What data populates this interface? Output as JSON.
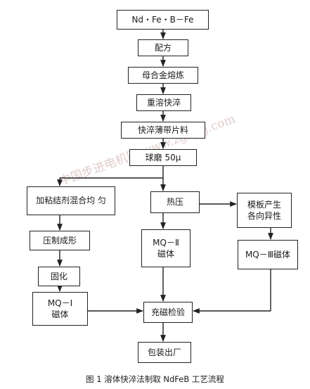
{
  "nodes": {
    "ndfeb": "Nd・Fe・B－Fe",
    "peifang": "配方",
    "muhejin": "母合金熔炼",
    "chongrong": "重溶快淬",
    "bopian": "快淬薄带片料",
    "qiumo": "球磨 50μ",
    "jianian": "加粘结剂混合均 匀",
    "reya": "热压",
    "muban": "模板产生\n各向异性",
    "yazhi": "压制成形",
    "mq2": "MQ－Ⅱ\n磁体",
    "mq3": "MQ－Ⅲ磁体",
    "guhua": "固化",
    "mq1": "MQ－Ⅰ\n磁体",
    "chongci": "充磁检验",
    "baozhuang": "包装出厂"
  },
  "caption": "图 1   溶体快淬法制取 NdFeB 工艺流程",
  "watermark": "中国步进电机网 www.zgbjdj.com"
}
